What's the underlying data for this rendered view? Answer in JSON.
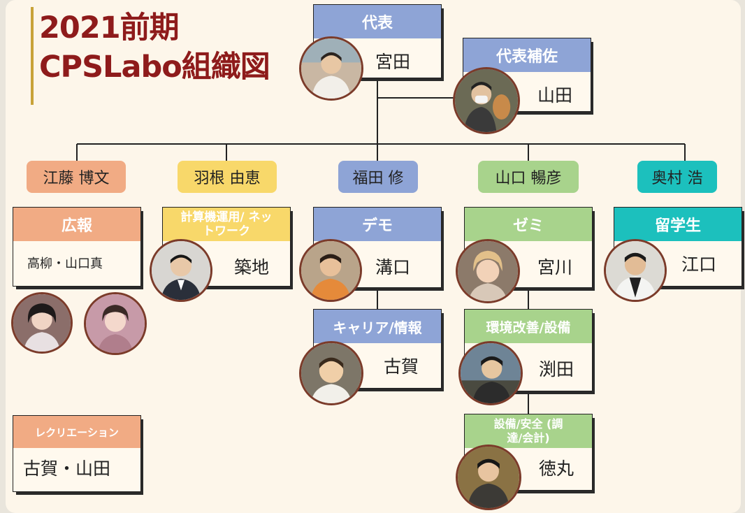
{
  "title": {
    "line1": "2021前期",
    "line2": "CPSLabo組織図"
  },
  "colors": {
    "blue": "#8ea4d6",
    "orange": "#f1ab84",
    "yellow": "#f8d86a",
    "green": "#a8d38c",
    "teal": "#1cc0bd",
    "title": "#8e1b1b"
  },
  "top": {
    "leader": {
      "role": "代表",
      "name": "宮田"
    },
    "deputy": {
      "role": "代表補佐",
      "name": "山田"
    }
  },
  "managers": [
    "江藤 博文",
    "羽根 由恵",
    "福田 修",
    "山口 暢彦",
    "奥村 浩"
  ],
  "teams": {
    "pr": {
      "role": "広報",
      "members": "高柳・山口真"
    },
    "network": {
      "role": "計算機運用/ ネットワーク",
      "name": "築地"
    },
    "demo": {
      "role": "デモ",
      "name": "溝口"
    },
    "career": {
      "role": "キャリア/情報",
      "name": "古賀"
    },
    "seminar": {
      "role": "ゼミ",
      "name": "宮川"
    },
    "environment": {
      "role": "環境改善/設備",
      "name": "渕田"
    },
    "safety": {
      "role": "設備/安全 (調達/会計)",
      "name": "徳丸"
    },
    "intl": {
      "role": "留学生",
      "name": "江口"
    },
    "recreation": {
      "role": "レクリエーション",
      "members": "古賀・山田"
    }
  }
}
